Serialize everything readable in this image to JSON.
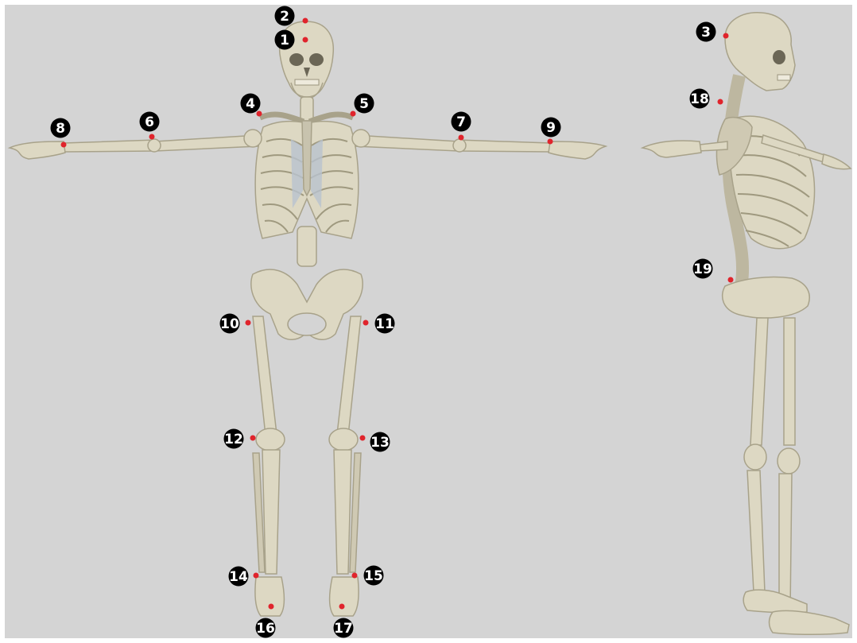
{
  "figure": {
    "background_color": "#d4d4d4",
    "bone_color": "#ddd8c3",
    "bone_shade_color": "#a8a28a",
    "cartilage_color": "#b9c3cf",
    "marker_color": "#e0242c",
    "badge_color": "#000000",
    "badge_text_color": "#ffffff"
  },
  "views": [
    {
      "name": "front",
      "label": ""
    },
    {
      "name": "side",
      "label": ""
    }
  ],
  "markers": [
    {
      "id": "1",
      "text": "1"
    },
    {
      "id": "2",
      "text": "2"
    },
    {
      "id": "3",
      "text": "3"
    },
    {
      "id": "4",
      "text": "4"
    },
    {
      "id": "5",
      "text": "5"
    },
    {
      "id": "6",
      "text": "6"
    },
    {
      "id": "7",
      "text": "7"
    },
    {
      "id": "8",
      "text": "8"
    },
    {
      "id": "9",
      "text": "9"
    },
    {
      "id": "10",
      "text": "10"
    },
    {
      "id": "11",
      "text": "11"
    },
    {
      "id": "12",
      "text": "12"
    },
    {
      "id": "13",
      "text": "13"
    },
    {
      "id": "14",
      "text": "14"
    },
    {
      "id": "15",
      "text": "15"
    },
    {
      "id": "16",
      "text": "16"
    },
    {
      "id": "17",
      "text": "17"
    },
    {
      "id": "18",
      "text": "18"
    },
    {
      "id": "19",
      "text": "19"
    }
  ]
}
